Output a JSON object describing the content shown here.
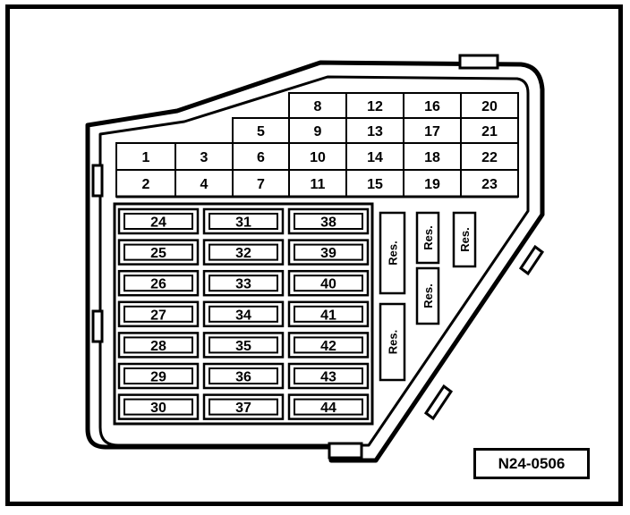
{
  "relay_grid": [
    [
      null,
      null,
      null,
      "8",
      "12",
      "16",
      "20"
    ],
    [
      null,
      null,
      "5",
      "9",
      "13",
      "17",
      "21"
    ],
    [
      "1",
      "3",
      "6",
      "10",
      "14",
      "18",
      "22"
    ],
    [
      "2",
      "4",
      "7",
      "11",
      "15",
      "19",
      "23"
    ]
  ],
  "fuse_columns": [
    [
      "24",
      "25",
      "26",
      "27",
      "28",
      "29",
      "30"
    ],
    [
      "31",
      "32",
      "33",
      "34",
      "35",
      "36",
      "37"
    ],
    [
      "38",
      "39",
      "40",
      "41",
      "42",
      "43",
      "44"
    ]
  ],
  "reserve_label": "Res.",
  "reserve_count": 5,
  "part_number": "N24-0506"
}
